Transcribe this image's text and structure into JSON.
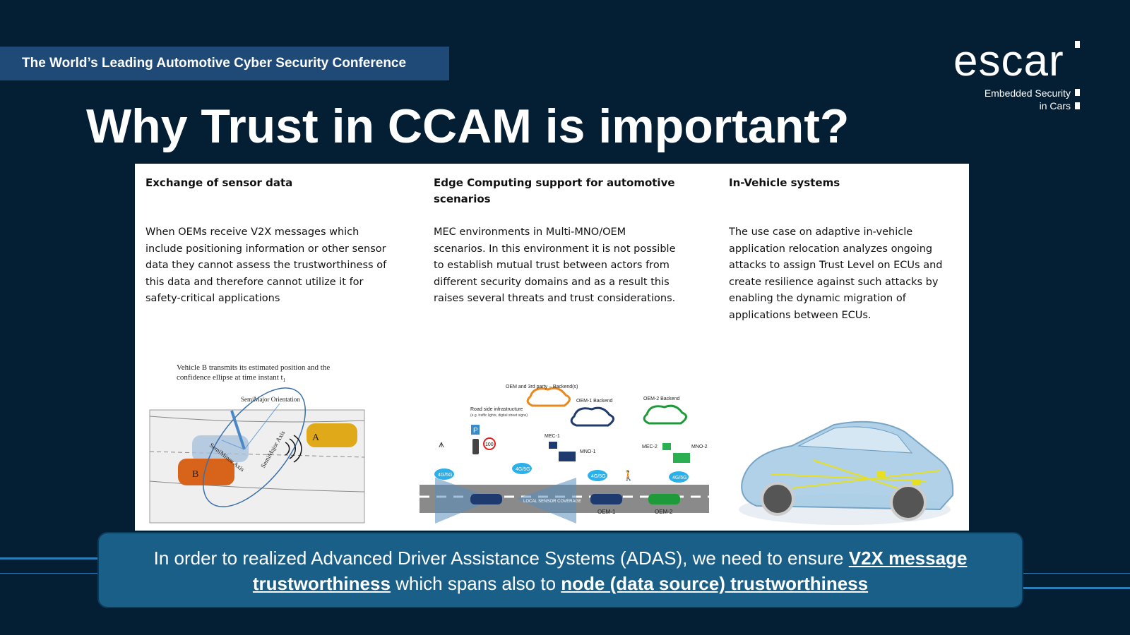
{
  "banner": "The World’s Leading Automotive Cyber Security Conference",
  "logo": {
    "word": "escar",
    "line1": "Embedded Security",
    "line2": "in Cars"
  },
  "title": "Why Trust in CCAM is important?",
  "columns": [
    {
      "heading": "Exchange of sensor data",
      "body": "When OEMs receive V2X messages which include positioning information or other sensor data they cannot assess the trustworthiness of this data and therefore cannot utilize it for safety-critical applications"
    },
    {
      "heading": "Edge Computing support for automotive scenarios",
      "body": "MEC environments in Multi-MNO/OEM scenarios. In this environment it is not possible to establish mutual trust between actors from different security domains and as a result this raises several threats and trust considerations."
    },
    {
      "heading": "In-Vehicle systems",
      "body": "The use case on adaptive in-vehicle application relocation analyzes ongoing attacks to assign Trust Level on ECUs and create resilience against such attacks by enabling the dynamic migration of applications between ECUs."
    }
  ],
  "fig1": {
    "caption1": "Vehicle B transmits its estimated position and the",
    "caption2": "confidence ellipse at time instant t",
    "sub": "1",
    "orientation": "SemiMajor Orientation",
    "minor": "SemiMinor Axis",
    "major": "SemiMajor Axis",
    "carA": "A",
    "carB": "B"
  },
  "fig2": {
    "oem3": "OEM and 3rd party – Backend(s)",
    "roadside": "Road side infrastructure",
    "roadside_sub": "(e.g. traffic lights, digital street signs)",
    "oem1b": "OEM-1 Backend",
    "oem2b": "OEM-2 Backend",
    "mec1": "MEC-1",
    "mno1": "MNO-1",
    "mec2": "MEC-2",
    "mno2": "MNO-2",
    "net": "4G/5G",
    "speed": "100",
    "parking": "P",
    "sensor": "LOCAL SENSOR COVERAGE",
    "oem1": "OEM-1",
    "oem2": "OEM-2"
  },
  "callout": {
    "t1": "In order to realized Advanced Driver Assistance Systems (ADAS), we need to ensure ",
    "b1": "V2X message trustworthiness",
    "t2": " which spans also to ",
    "b2": "node (data source) trustworthiness"
  }
}
